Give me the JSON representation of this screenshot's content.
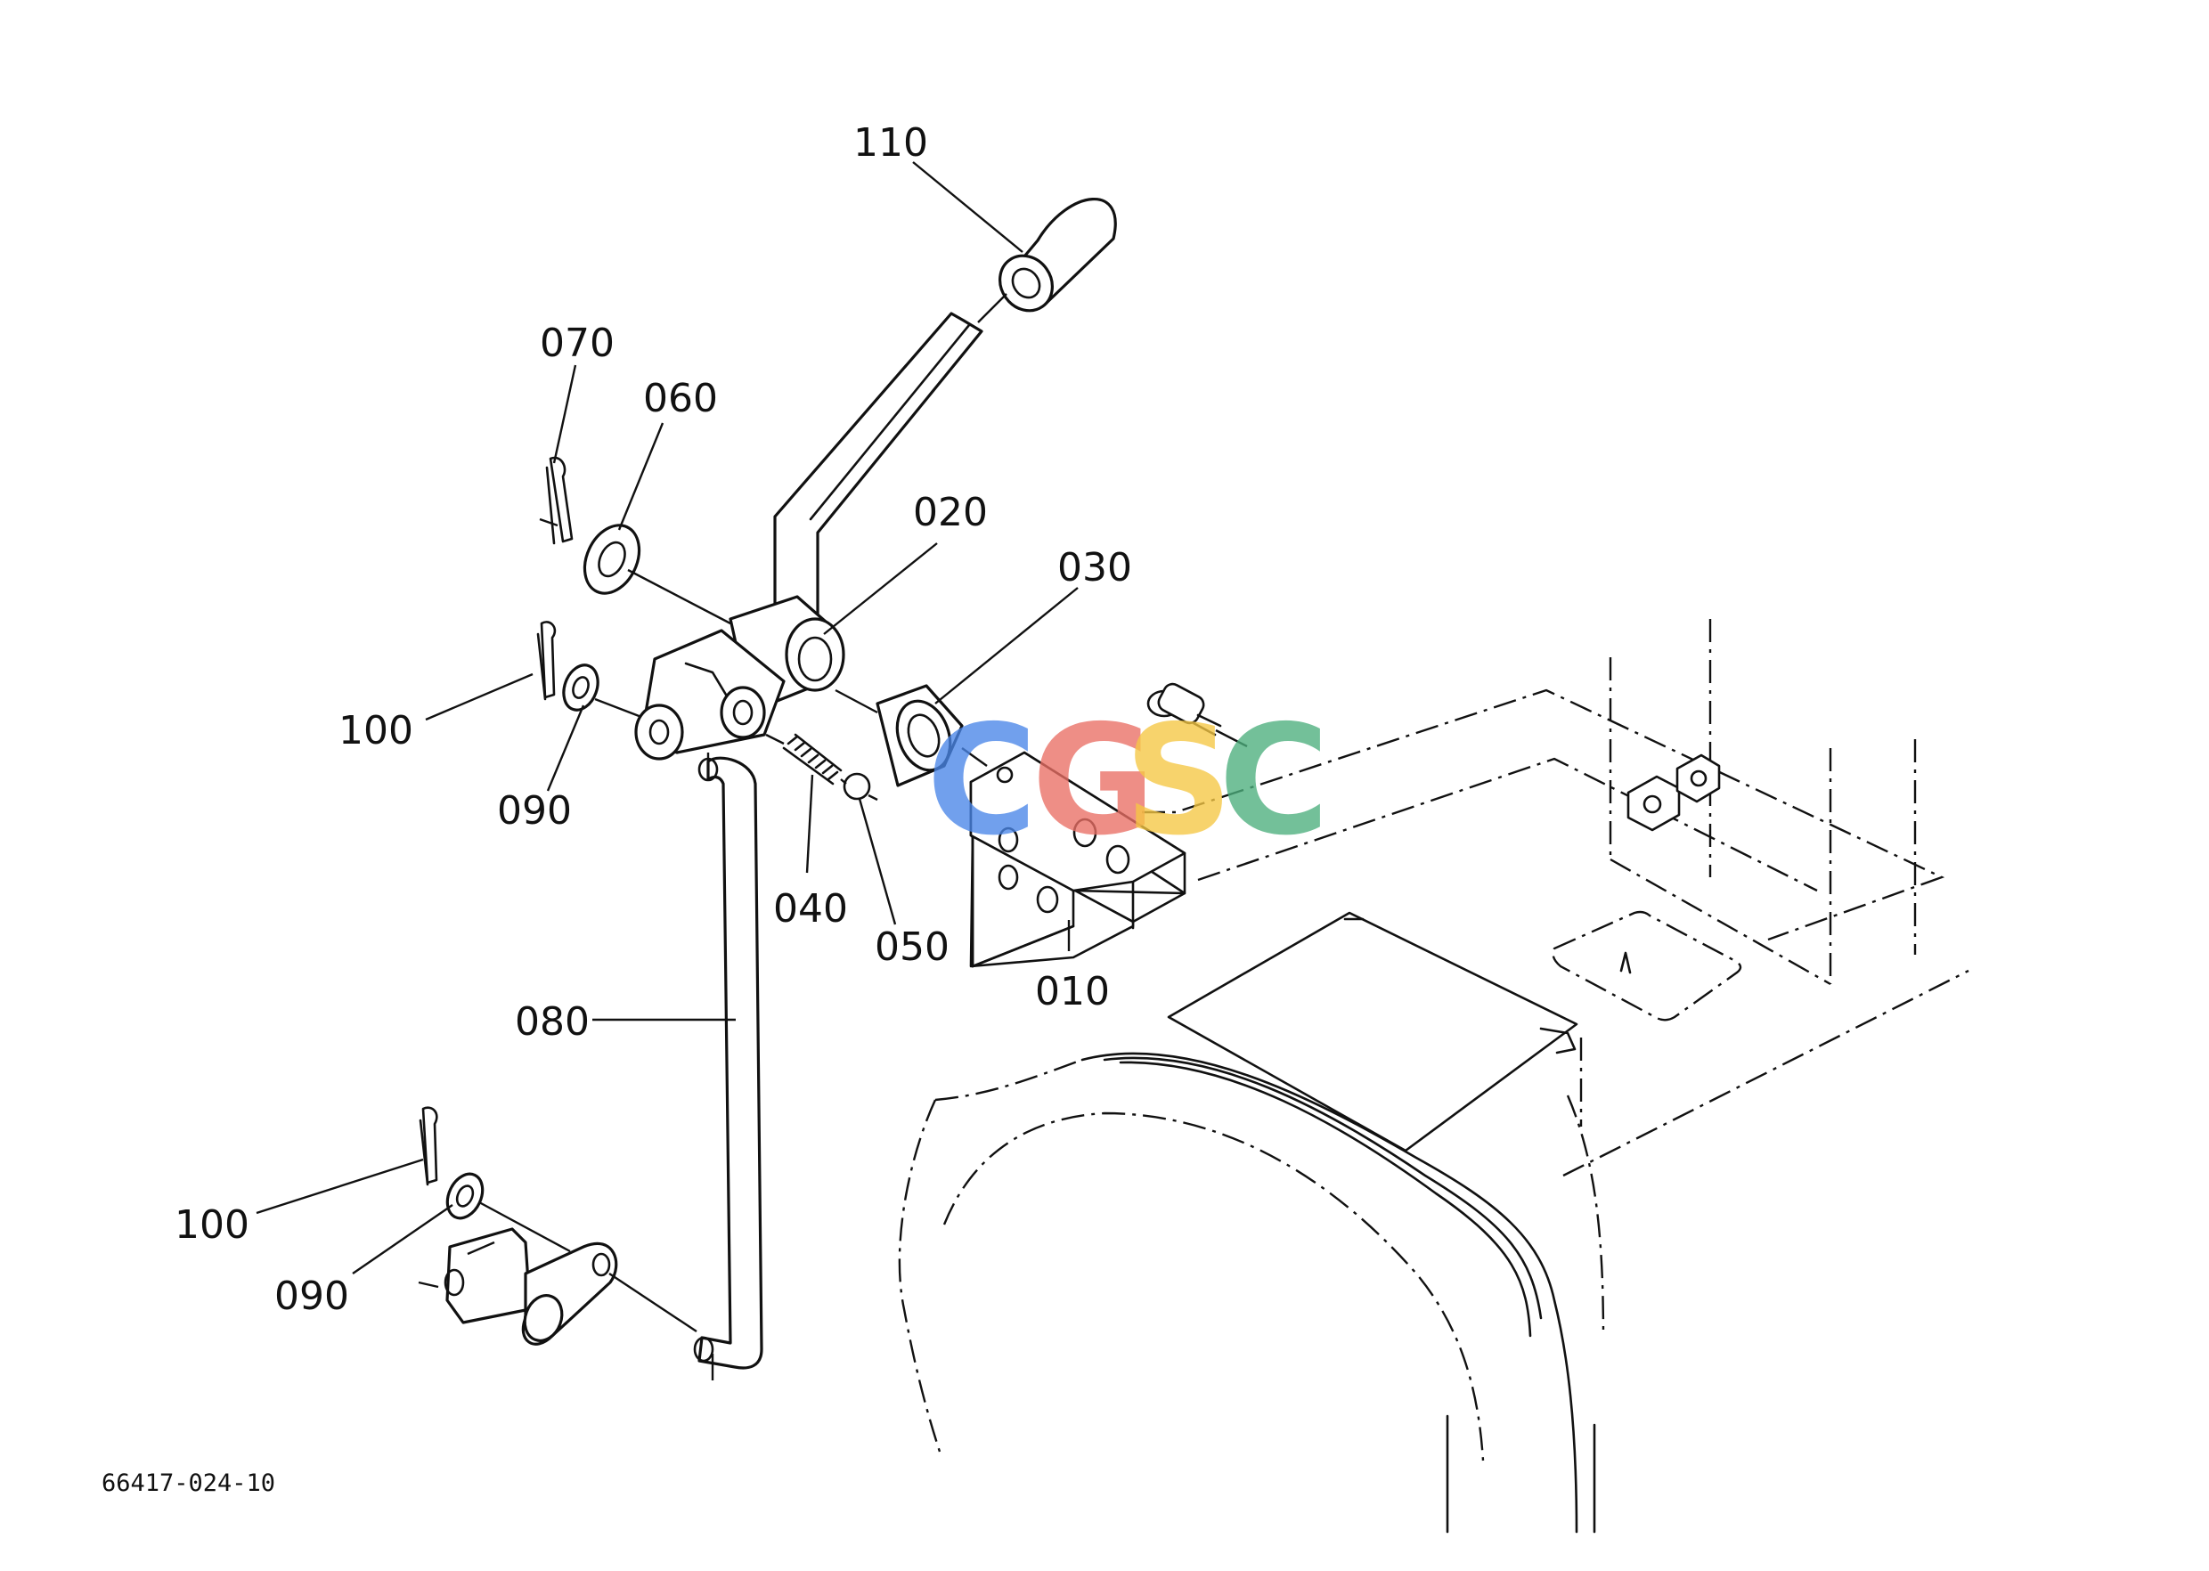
{
  "figure_number": "66417-024-10",
  "callouts": {
    "c110": "110",
    "c070": "070",
    "c060": "060",
    "c020": "020",
    "c030": "030",
    "c100_top": "100",
    "c090_top": "090",
    "c040": "040",
    "c050": "050",
    "c010": "010",
    "c080": "080",
    "c100_bottom": "100",
    "c090_bottom": "090"
  },
  "watermark": {
    "letters": [
      "C",
      "G",
      "S",
      "C"
    ],
    "colors": [
      "#4a86e8",
      "#ea6f65",
      "#f6c744",
      "#4caf7d"
    ]
  }
}
